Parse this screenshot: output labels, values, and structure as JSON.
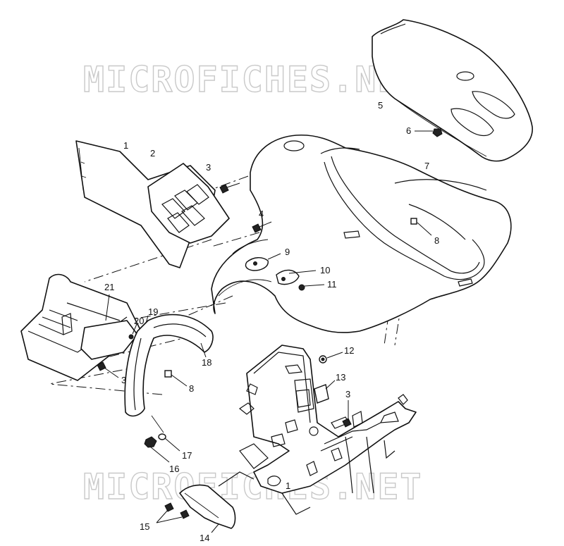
{
  "watermark": {
    "top": "MICROFICHES.NET",
    "bottom": "MICROFICHES.NET"
  },
  "callouts": [
    {
      "id": "c1",
      "text": "1"
    },
    {
      "id": "c1b",
      "text": "1"
    },
    {
      "id": "c2",
      "text": "2"
    },
    {
      "id": "c3a",
      "text": "3"
    },
    {
      "id": "c3b",
      "text": "3"
    },
    {
      "id": "c3c",
      "text": "3"
    },
    {
      "id": "c4",
      "text": "4"
    },
    {
      "id": "c5",
      "text": "5"
    },
    {
      "id": "c6",
      "text": "6"
    },
    {
      "id": "c7",
      "text": "7"
    },
    {
      "id": "c8a",
      "text": "8"
    },
    {
      "id": "c8b",
      "text": "8"
    },
    {
      "id": "c9",
      "text": "9"
    },
    {
      "id": "c10",
      "text": "10"
    },
    {
      "id": "c11",
      "text": "11"
    },
    {
      "id": "c12",
      "text": "12"
    },
    {
      "id": "c13",
      "text": "13"
    },
    {
      "id": "c14",
      "text": "14"
    },
    {
      "id": "c15",
      "text": "15"
    },
    {
      "id": "c16",
      "text": "16"
    },
    {
      "id": "c17",
      "text": "17"
    },
    {
      "id": "c18",
      "text": "18"
    },
    {
      "id": "c19",
      "text": "19"
    },
    {
      "id": "c20",
      "text": "20"
    },
    {
      "id": "c21",
      "text": "21"
    }
  ]
}
